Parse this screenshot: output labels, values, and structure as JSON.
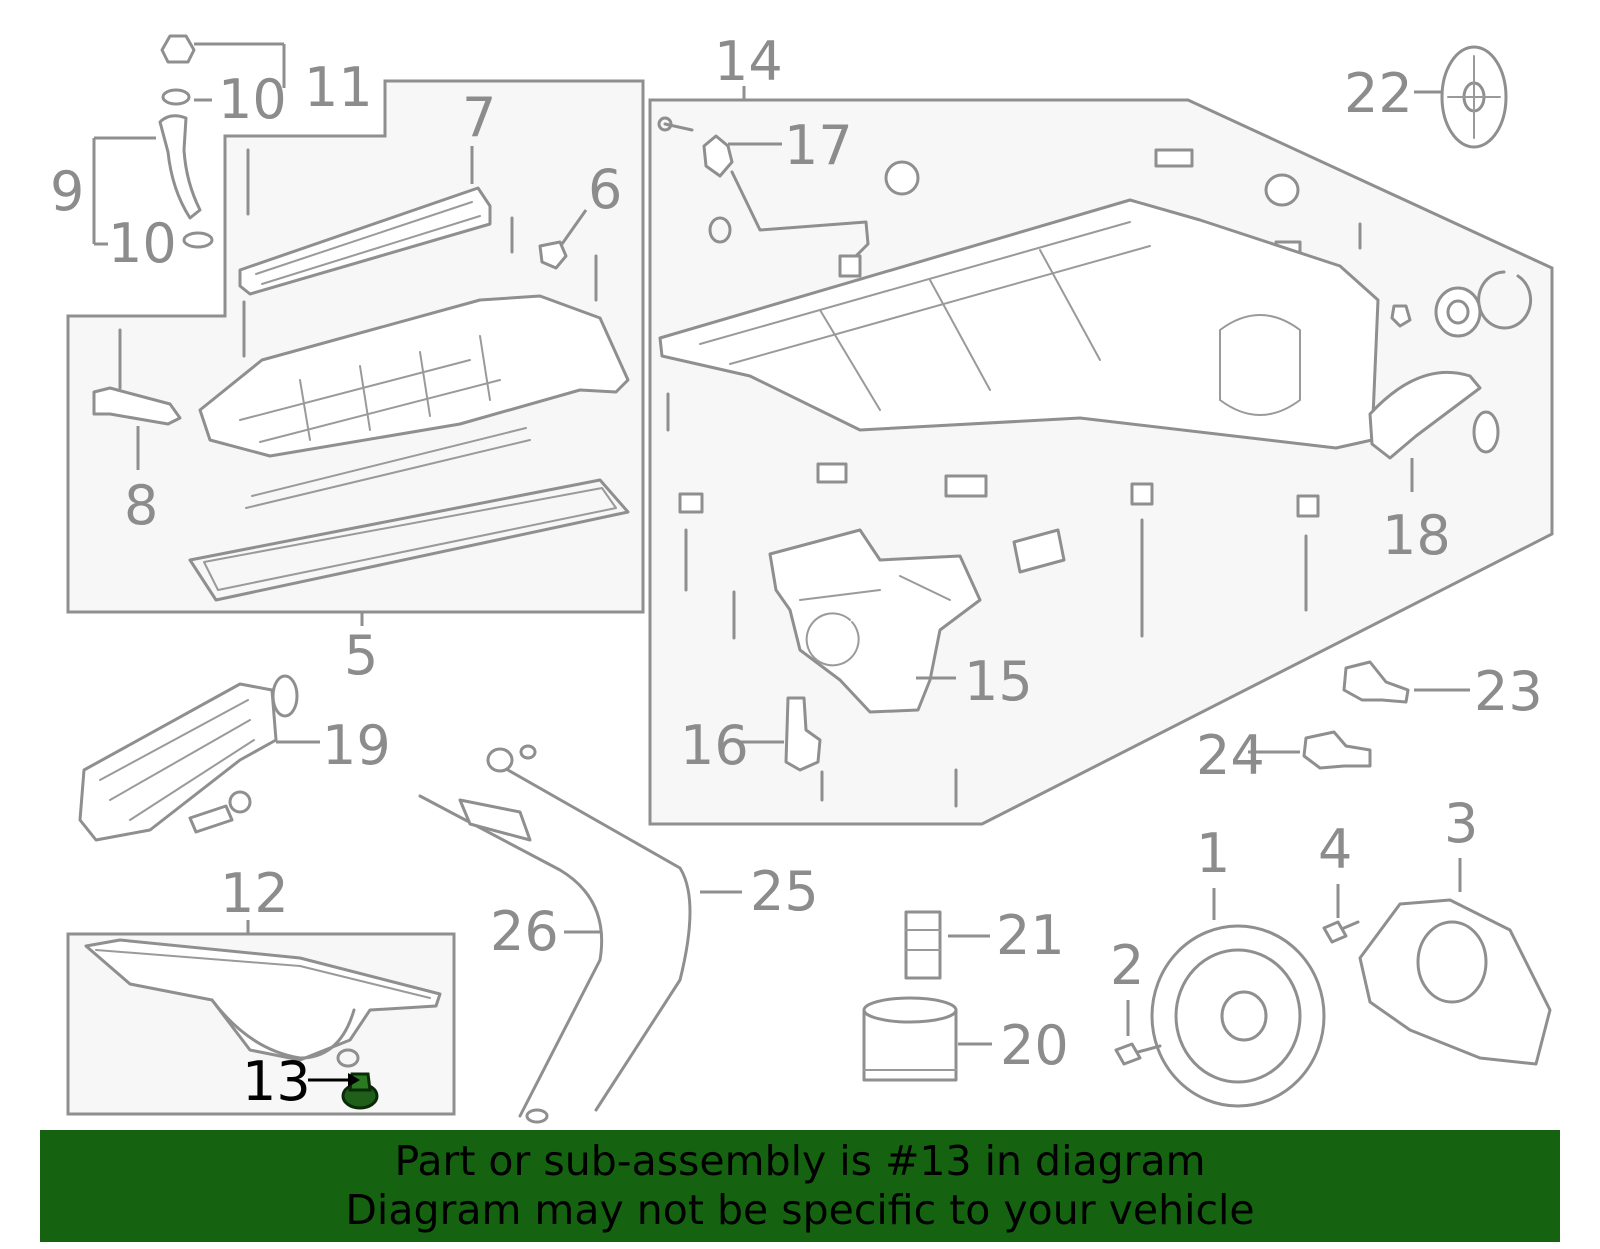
{
  "callouts": [
    "1",
    "2",
    "3",
    "4",
    "5",
    "6",
    "7",
    "8",
    "9",
    "10",
    "10",
    "11",
    "12",
    "13",
    "14",
    "15",
    "16",
    "17",
    "18",
    "19",
    "20",
    "21",
    "22",
    "23",
    "24",
    "25",
    "26"
  ],
  "highlighted_part": "13",
  "banner": {
    "line1": "Part or sub-assembly is #13 in diagram",
    "line2": "Diagram may not be specific to your vehicle"
  },
  "colors": {
    "line_art": "#8f8f8f",
    "highlight": "#1f5f1a",
    "banner_bg": "#156311",
    "banner_text": "#000000"
  }
}
